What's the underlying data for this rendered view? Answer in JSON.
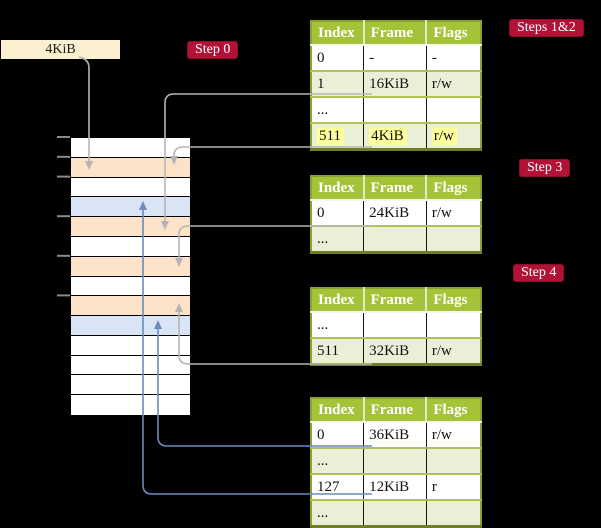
{
  "colors": {
    "background": "#000000",
    "label_red": "#b11236",
    "label_red_border": "#8c0e28",
    "frame_cream": "#fbf0d0",
    "header_green": "#a5c338",
    "table_border_green": "#8ba32e",
    "table_border_dark": "#6f7f22",
    "row_separator_green": "#aec352",
    "row_light_green": "#eaf0d8",
    "highlight_yellow": "#ffff9c",
    "mem_orange": "#fce3c7",
    "mem_blue": "#d9e5f4",
    "arrow_gray": "#b5b5b5",
    "arrow_blue": "#6b8abd",
    "tick_gray": "#8a8a8a"
  },
  "frame_label": {
    "text": "4KiB"
  },
  "step_labels": {
    "step0": "Step 0",
    "steps12": "Steps 1&2",
    "step3": "Step 3",
    "step4": "Step 4"
  },
  "memory": {
    "row_colors": [
      "white",
      "orange",
      "white",
      "blue",
      "orange",
      "white",
      "orange",
      "white",
      "orange",
      "blue",
      "white",
      "white",
      "white",
      "white"
    ]
  },
  "table_headers": [
    "Index",
    "Frame",
    "Flags"
  ],
  "tables": [
    {
      "name": "page table (steps 1&2)",
      "rows": [
        {
          "cells": [
            "0",
            "-",
            "-"
          ]
        },
        {
          "cells": [
            "1",
            "16KiB",
            "r/w"
          ]
        },
        {
          "cells": [
            "...",
            "",
            ""
          ]
        },
        {
          "cells": [
            "511",
            "4KiB",
            "r/w"
          ]
        }
      ]
    },
    {
      "name": "page table (step 3)",
      "rows": [
        {
          "cells": [
            "0",
            "24KiB",
            "r/w"
          ]
        },
        {
          "cells": [
            "...",
            "",
            ""
          ]
        }
      ]
    },
    {
      "name": "page table (step 4a)",
      "rows": [
        {
          "cells": [
            "...",
            "",
            ""
          ]
        },
        {
          "cells": [
            "511",
            "32KiB",
            "r/w"
          ]
        }
      ]
    },
    {
      "name": "page table (step 4b)",
      "rows": [
        {
          "cells": [
            "0",
            "36KiB",
            "r/w"
          ]
        },
        {
          "cells": [
            "...",
            "",
            ""
          ]
        },
        {
          "cells": [
            "127",
            "12KiB",
            "r"
          ]
        },
        {
          "cells": [
            "...",
            "",
            ""
          ]
        }
      ]
    }
  ],
  "arrows": [
    {
      "from": "4KiB frame label",
      "to": "memory row 2",
      "color": "gray"
    },
    {
      "from": "table1 entry 1 (16KiB)",
      "to": "memory row 5",
      "color": "gray"
    },
    {
      "from": "table1 entry 511 (4KiB)",
      "to": "memory row 2",
      "color": "gray"
    },
    {
      "from": "table2 entry 0 (24KiB)",
      "to": "memory row 7",
      "color": "gray"
    },
    {
      "from": "table3 entry 511 (32KiB)",
      "to": "memory row 9",
      "color": "gray"
    },
    {
      "from": "table4 entry 0 (36KiB)",
      "to": "memory row 10",
      "color": "blue"
    },
    {
      "from": "table4 entry 127 (12KiB)",
      "to": "memory row 4",
      "color": "blue"
    }
  ]
}
